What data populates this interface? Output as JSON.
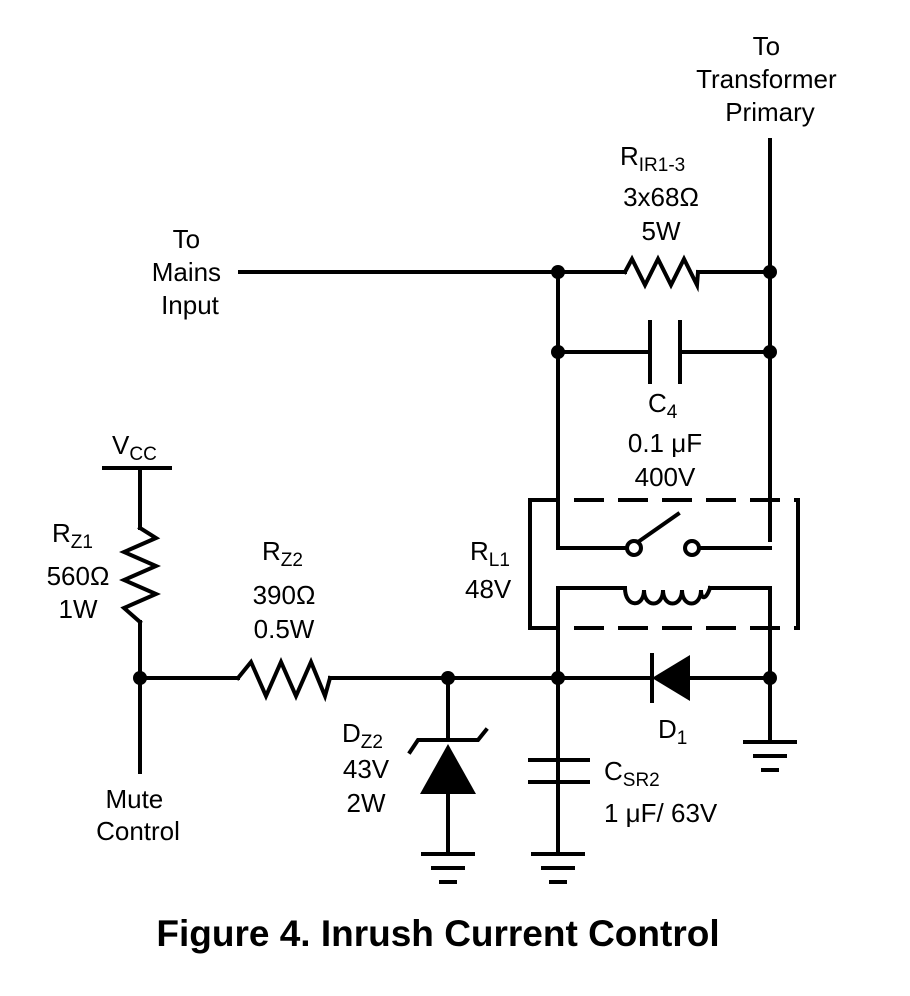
{
  "labels": {
    "to_transformer": [
      "To",
      "Transformer",
      "Primary"
    ],
    "to_mains": [
      "To",
      "Mains",
      "Input"
    ],
    "rir": {
      "name": "R",
      "sub": "IR1-3",
      "value": "3x68Ω",
      "rating": "5W"
    },
    "c4": {
      "name": "C",
      "sub": "4",
      "value": "0.1 μF",
      "rating": "400V"
    },
    "rl1": {
      "name": "R",
      "sub": "L1",
      "value": "48V"
    },
    "vcc": {
      "name": "V",
      "sub": "CC"
    },
    "rz1": {
      "name": "R",
      "sub": "Z1",
      "value": "560Ω",
      "rating": "1W"
    },
    "rz2": {
      "name": "R",
      "sub": "Z2",
      "value": "390Ω",
      "rating": "0.5W"
    },
    "dz2": {
      "name": "D",
      "sub": "Z2",
      "value": "43V",
      "rating": "2W"
    },
    "csr2": {
      "name": "C",
      "sub": "SR2",
      "value": "1 μF/ 63V"
    },
    "d1": {
      "name": "D",
      "sub": "1"
    },
    "mute": [
      "Mute",
      "Control"
    ]
  },
  "caption": "Figure 4. Inrush Current Control"
}
